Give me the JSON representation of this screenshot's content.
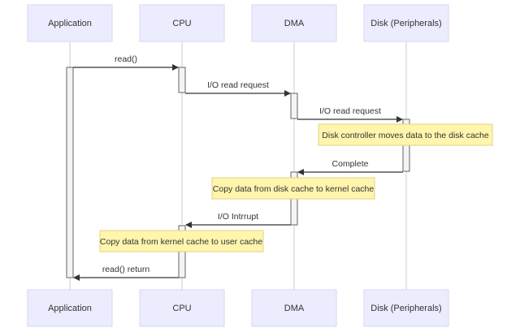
{
  "participants": [
    {
      "id": "app",
      "label": "Application"
    },
    {
      "id": "cpu",
      "label": "CPU"
    },
    {
      "id": "dma",
      "label": "DMA"
    },
    {
      "id": "disk",
      "label": "Disk (Peripherals)"
    }
  ],
  "messages": [
    {
      "from": "app",
      "to": "cpu",
      "label": "read()"
    },
    {
      "from": "cpu",
      "to": "dma",
      "label": "I/O read request"
    },
    {
      "from": "dma",
      "to": "disk",
      "label": "I/O read request"
    },
    {
      "from": "disk",
      "to": "dma",
      "label": "Complete"
    },
    {
      "from": "dma",
      "to": "cpu",
      "label": "I/O Intrrupt"
    },
    {
      "from": "cpu",
      "to": "app",
      "label": "read() return"
    }
  ],
  "notes": [
    {
      "over": "disk",
      "label": "Disk controller moves data to the disk cache"
    },
    {
      "over": "dma",
      "label": "Copy data from disk cache to kernel cache"
    },
    {
      "over": "cpu",
      "label": "Copy data from kernel cache to user cache"
    }
  ],
  "colors": {
    "actor_fill": "#ECECFF",
    "note_fill": "#fff5ad",
    "line": "#333333"
  }
}
